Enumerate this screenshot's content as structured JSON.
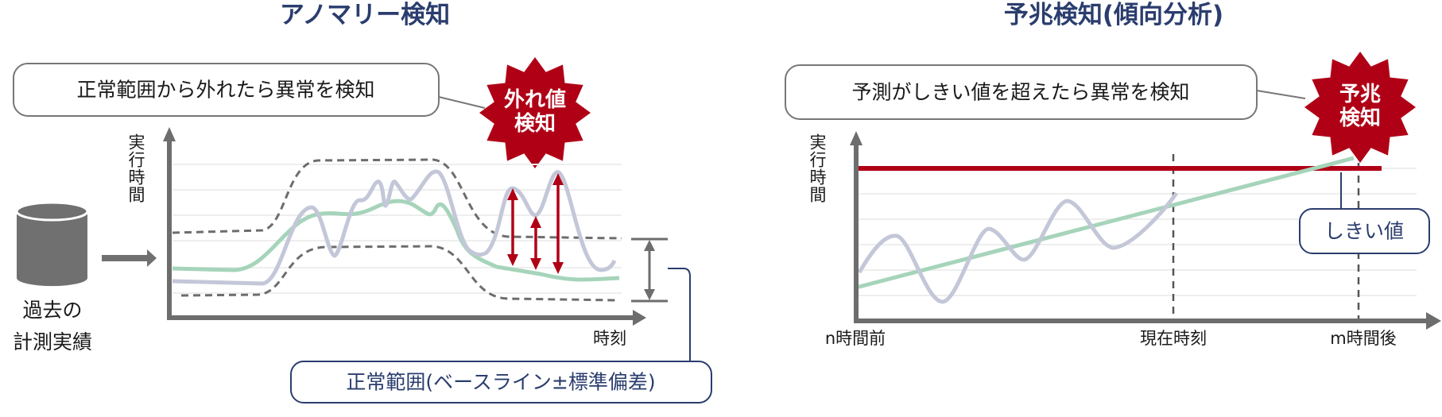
{
  "anomaly": {
    "title": "アノマリー検知",
    "callout": "正常範囲から外れたら異常を検知",
    "burst": "外れ値検知",
    "y_label": "実行時間",
    "x_label": "時刻",
    "source_line1": "過去の",
    "source_line2": "計測実績",
    "range_label": "正常範囲(ベースライン±標準偏差)"
  },
  "prediction": {
    "title": "予兆検知(傾向分析)",
    "callout": "予測がしきい値を超えたら異常を検知",
    "burst": "予兆検知",
    "y_label": "実行時間",
    "x_ticks": [
      "n時間前",
      "現在時刻",
      "m時間後"
    ],
    "threshold_label": "しきい値"
  },
  "colors": {
    "title": "#2b3d6e",
    "alert_red": "#b00016",
    "axis_gray": "#6d6d6d",
    "baseline_green": "#a6d4bb",
    "measured_line": "#c3c7d8"
  }
}
